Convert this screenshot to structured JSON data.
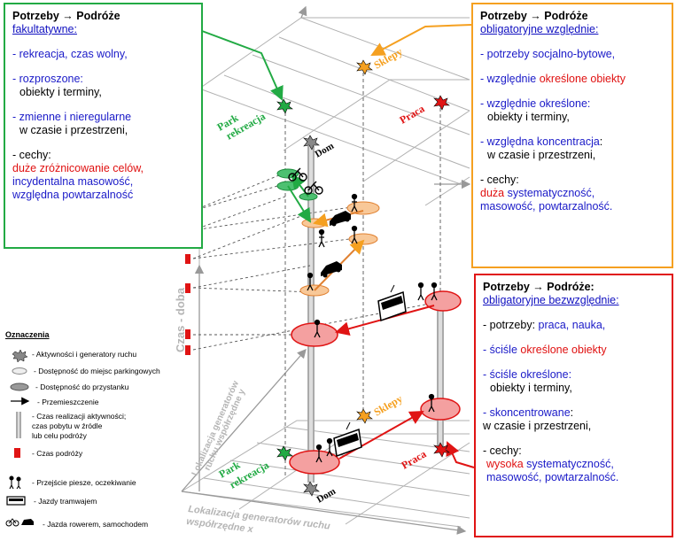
{
  "panel_left": {
    "title": "Potrzeby → Podróże",
    "subtitle": "fakultatywne:",
    "items": [
      {
        "a": "- rekreacja,  czas wolny,",
        "b": ""
      },
      {
        "a": "- rozproszone:",
        "b": "obiekty i terminy,"
      },
      {
        "a": "- zmienne i nieregularne",
        "b": "w czasie  i przestrzeni,"
      }
    ],
    "cechy_label": "- cechy:",
    "cechy_line1": "duże zróżnicowanie celów,",
    "cechy_line2": "incydentalna masowość,",
    "cechy_line3": "względna powtarzalność"
  },
  "panel_top_right": {
    "title": "Potrzeby → Podróże",
    "subtitle": "obligatoryjne względnie:",
    "item1": "- potrzeby socjalno-bytowe,",
    "item2a": "- względnie ",
    "item2b": "określone obiekty",
    "item3a": "- względnie określone:",
    "item3b": "obiekty i terminy,",
    "item4a": "- względna koncentracja",
    "item4colon": ":",
    "item4b": "w czasie  i przestrzeni,",
    "cechy_label": "- cechy:",
    "cechy_r": "duża ",
    "cechy_b1": "systematyczność,",
    "cechy_b2": "masowość,  powtarzalność."
  },
  "panel_bottom_right": {
    "title": "Potrzeby → Podróże:",
    "subtitle": "obligatoryjne bezwzględnie:",
    "item1a": "- potrzeby: ",
    "item1b": "praca,  nauka,",
    "item2a": "- ściśle ",
    "item2b": "określone obiekty",
    "item3a": "- ściśle określone:",
    "item3b": "obiekty i terminy,",
    "item4a": "- skoncentrowane",
    "item4colon": ":",
    "item4b": "w czasie  i przestrzeni,",
    "cechy_label": "- cechy:",
    "cechy_r": "wysoka ",
    "cechy_b1": "systematyczność,",
    "cechy_b2": "masowość,  powtarzalność."
  },
  "diagram": {
    "label_dom": "Dom",
    "label_praca": "Praca",
    "label_sklepy": "Sklepy",
    "label_park_line1": "Park",
    "label_park_line2": "rekreacja",
    "axis_time": "Czas - doba",
    "axis_x_line1": "Lokalizacja generatorów ruchu",
    "axis_x_line2": "współrzędne x",
    "axis_y_line1": "Lokalizacja generatorów",
    "axis_y_line2": "ruchu współrzędne y"
  },
  "legend": {
    "title": "Oznaczenia",
    "items": [
      "- Aktywności i generatory ruchu",
      "- Dostępność do miejsc parkingowych",
      "- Dostępność do przystanku",
      "- Przemieszczenie",
      "- Czas realizacji aktywności;",
      "czas pobytu w źródle",
      "lub celu podróży",
      "- Czas podróży",
      "- Przejście piesze, oczekiwanie",
      "- Jazdy tramwajem",
      "- Jazda rowerem, samochodem"
    ]
  },
  "colors": {
    "green": "#22aa44",
    "orange": "#f5a020",
    "red": "#e01414",
    "blue": "#1a1ac8"
  }
}
